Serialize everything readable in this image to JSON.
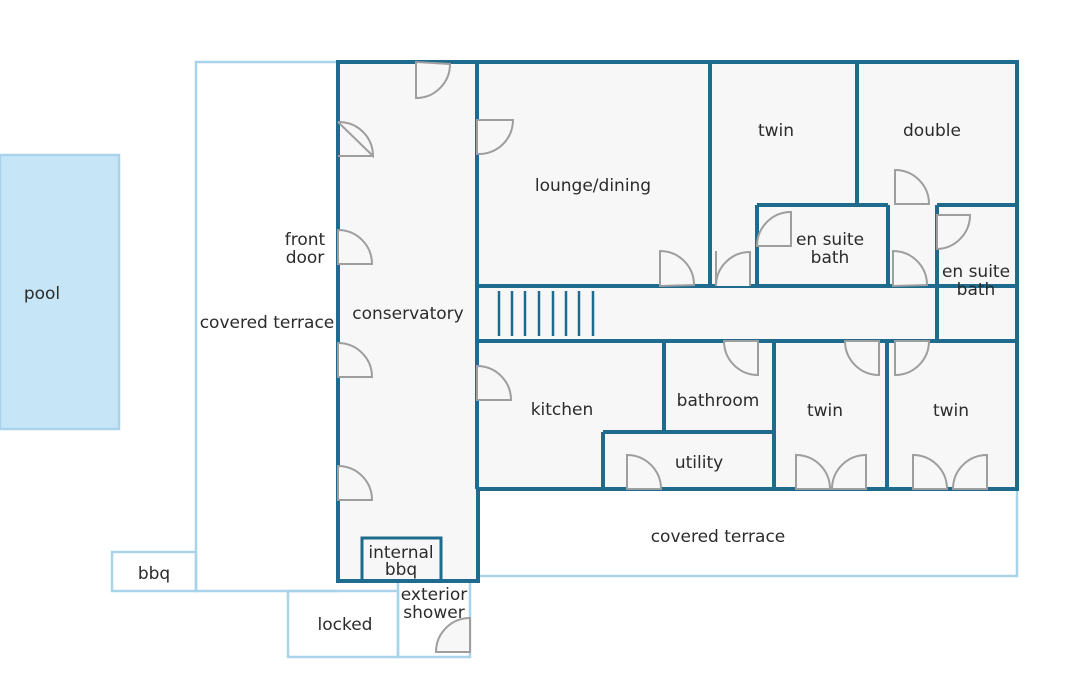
{
  "pool_color": "#c6e6f7",
  "wall_color": "#1e6b8e",
  "outline_color": "#a9d3e9",
  "labels": {
    "pool": "pool",
    "covered_terrace_left": "covered terrace",
    "front_door_1": "front",
    "front_door_2": "door",
    "conservatory": "conservatory",
    "lounge_dining": "lounge/dining",
    "twin_top": "twin",
    "double": "double",
    "en_suite_1a": "en suite",
    "en_suite_1b": "bath",
    "en_suite_2a": "en suite",
    "en_suite_2b": "bath",
    "kitchen": "kitchen",
    "bathroom": "bathroom",
    "twin_mid": "twin",
    "twin_right": "twin",
    "utility": "utility",
    "covered_terrace_bottom": "covered terrace",
    "internal_bbq_1": "internal",
    "internal_bbq_2": "bbq",
    "bbq": "bbq",
    "locked": "locked",
    "exterior_shower_1": "exterior",
    "exterior_shower_2": "shower"
  }
}
